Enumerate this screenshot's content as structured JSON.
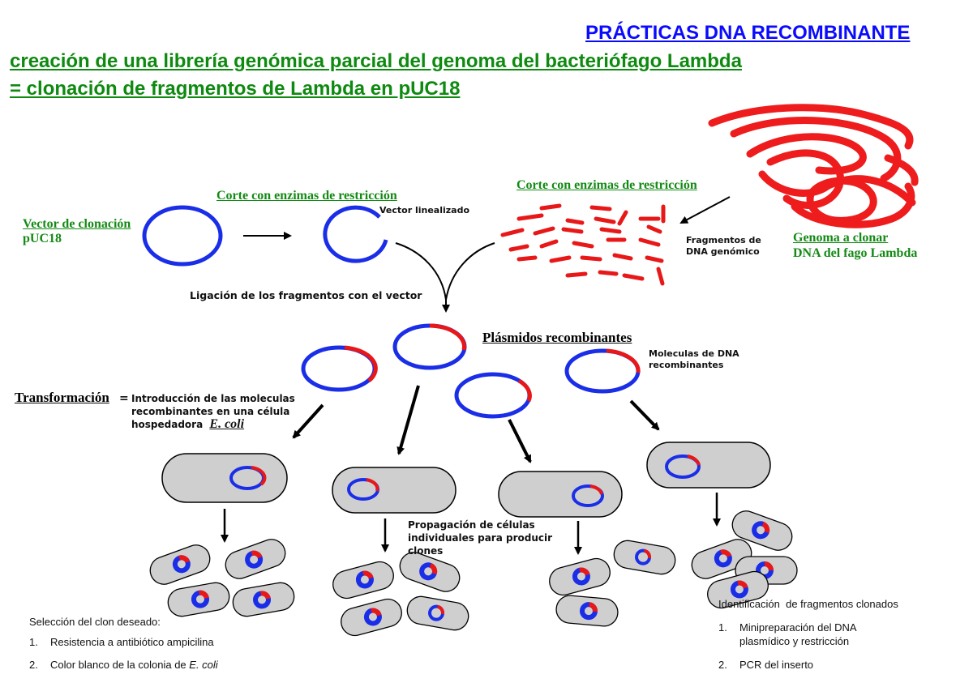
{
  "header": {
    "title": "PRÁCTICAS DNA RECOMBINANTE",
    "subtitle_line1": "creación de una librería genómica parcial del genoma del bacteriófago Lambda",
    "subtitle_line2": "= clonación de fragmentos de Lambda en pUC18"
  },
  "labels": {
    "vector_title": "Vector de clonación",
    "vector_name": "pUC18",
    "cut_left": "Corte con enzimas de restricción",
    "vector_linear": "Vector linealizado",
    "cut_right": "Corte con enzimas de restricción",
    "fragments_line1": "Fragmentos de",
    "fragments_line2": "DNA genómico",
    "genome_title": "Genoma a clonar",
    "genome_name": "DNA del fago Lambda",
    "ligation": "Ligación de los fragmentos con el vector",
    "recombinant_plasmids": "Plásmidos recombinantes",
    "recombinant_molecules_line1": "Moleculas de DNA",
    "recombinant_molecules_line2": "recombinantes",
    "transformation": "Transformación",
    "transformation_eq": "=",
    "transformation_desc_line1": "Introducción de las moleculas",
    "transformation_desc_line2": "recombinantes en una célula",
    "transformation_desc_line3": "hospedadora",
    "host_name": "E. coli",
    "propagation_line1": "Propagación de células",
    "propagation_line2": "individuales para producir",
    "propagation_line3": "clones"
  },
  "selection": {
    "title": "Selección del clon deseado:",
    "items": [
      {
        "num": "1.",
        "text": "Resistencia a antibiótico ampicilina"
      },
      {
        "num": "2.",
        "text": "Color blanco de la colonia de ",
        "italic": "E. coli"
      }
    ]
  },
  "identification": {
    "title": "Identificación  de fragmentos clonados",
    "items": [
      {
        "num": "1.",
        "text_line1": "Minipreparación del DNA",
        "text_line2": "plasmídico y restricción"
      },
      {
        "num": "2.",
        "text_line1": "PCR del inserto"
      }
    ]
  },
  "colors": {
    "title_blue": "#0a0aff",
    "label_green": "#138a14",
    "vector_blue": "#1a2ee8",
    "insert_red": "#e81818",
    "lambda_red": "#ee1c1c",
    "cell_fill": "#cfcfcf"
  }
}
